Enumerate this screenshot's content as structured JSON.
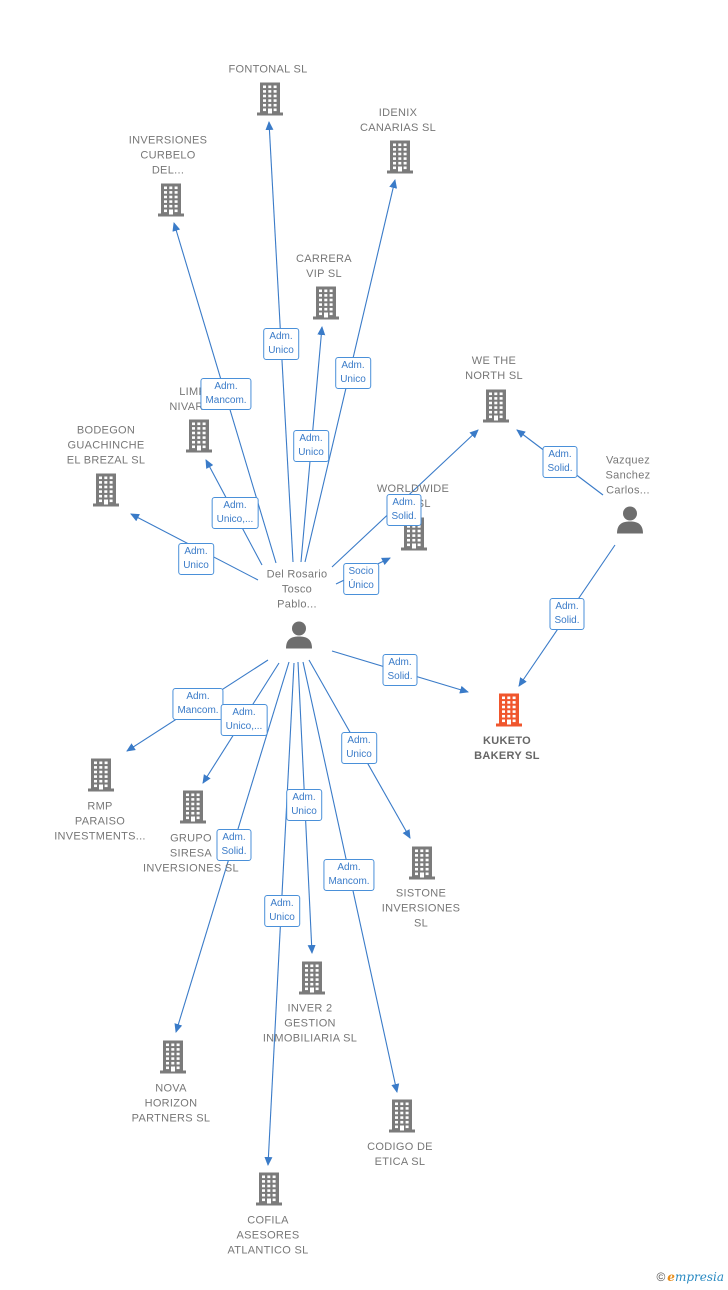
{
  "colors": {
    "edge": "#3a7bc8",
    "building": "#7b7b7b",
    "building_highlight": "#f0562d",
    "person": "#6e6e6e"
  },
  "nodes": [
    {
      "id": "fontonal",
      "kind": "company",
      "lines": [
        "FONTONAL  SL"
      ]
    },
    {
      "id": "idenix",
      "kind": "company",
      "lines": [
        "IDENIX",
        "CANARIAS  SL"
      ]
    },
    {
      "id": "curbelo",
      "kind": "company",
      "lines": [
        "INVERSIONES",
        "CURBELO",
        "DEL..."
      ]
    },
    {
      "id": "carrera",
      "kind": "company",
      "lines": [
        "CARRERA",
        "VIP  SL"
      ]
    },
    {
      "id": "limp",
      "kind": "company",
      "lines": [
        "LIMP...",
        "NIVARIA..."
      ]
    },
    {
      "id": "bodegon",
      "kind": "company",
      "lines": [
        "BODEGON",
        "GUACHINCHE",
        "EL BREZAL  SL"
      ]
    },
    {
      "id": "wethenorth",
      "kind": "company",
      "lines": [
        "WE THE",
        "NORTH  SL"
      ]
    },
    {
      "id": "worldwide",
      "kind": "company",
      "lines": [
        "WORLDWIDE",
        "R...   SL"
      ]
    },
    {
      "id": "delrosario",
      "kind": "person",
      "lines": [
        "Del Rosario",
        "Tosco",
        "Pablo..."
      ]
    },
    {
      "id": "vazquez",
      "kind": "person",
      "lines": [
        "Vazquez",
        "Sanchez",
        "Carlos..."
      ]
    },
    {
      "id": "kuketo",
      "kind": "company",
      "main": true,
      "lines": [
        "KUKETO",
        "BAKERY  SL"
      ]
    },
    {
      "id": "rmp",
      "kind": "company",
      "lines": [
        "RMP",
        "PARAISO",
        "INVESTMENTS..."
      ]
    },
    {
      "id": "grupo",
      "kind": "company",
      "lines": [
        "GRUPO",
        "SIRESA",
        "INVERSIONES SL"
      ]
    },
    {
      "id": "sistone",
      "kind": "company",
      "lines": [
        "SISTONE",
        "INVERSIONES",
        "SL"
      ]
    },
    {
      "id": "inver2",
      "kind": "company",
      "lines": [
        "INVER 2",
        "GESTION",
        "INMOBILIARIA SL"
      ]
    },
    {
      "id": "nova",
      "kind": "company",
      "lines": [
        "NOVA",
        "HORIZON",
        "PARTNERS  SL"
      ]
    },
    {
      "id": "codigo",
      "kind": "company",
      "lines": [
        "CODIGO DE",
        "ETICA SL"
      ]
    },
    {
      "id": "cofila",
      "kind": "company",
      "lines": [
        "COFILA",
        "ASESORES",
        "ATLANTICO  SL"
      ]
    }
  ],
  "edges": [
    {
      "from": "delrosario",
      "to": "fontonal",
      "label": [
        "Adm.",
        "Unico"
      ]
    },
    {
      "from": "delrosario",
      "to": "idenix",
      "label": [
        "Adm.",
        "Unico"
      ]
    },
    {
      "from": "delrosario",
      "to": "curbelo",
      "label": [
        "Adm.",
        "Mancom."
      ]
    },
    {
      "from": "delrosario",
      "to": "carrera",
      "label": [
        "Adm.",
        "Unico"
      ]
    },
    {
      "from": "delrosario",
      "to": "limp",
      "label": [
        "Adm.",
        "Unico,..."
      ]
    },
    {
      "from": "delrosario",
      "to": "bodegon",
      "label": [
        "Adm.",
        "Unico"
      ]
    },
    {
      "from": "delrosario",
      "to": "wethenorth",
      "label": [
        "Adm.",
        "Solid."
      ]
    },
    {
      "from": "delrosario",
      "to": "worldwide",
      "label": [
        "Socio",
        "Único"
      ]
    },
    {
      "from": "delrosario",
      "to": "kuketo",
      "label": [
        "Adm.",
        "Solid."
      ]
    },
    {
      "from": "vazquez",
      "to": "wethenorth",
      "label": [
        "Adm.",
        "Solid."
      ]
    },
    {
      "from": "vazquez",
      "to": "kuketo",
      "label": [
        "Adm.",
        "Solid."
      ]
    },
    {
      "from": "delrosario",
      "to": "rmp",
      "label": [
        "Adm.",
        "Mancom."
      ]
    },
    {
      "from": "delrosario",
      "to": "grupo",
      "label": [
        "Adm.",
        "Unico,..."
      ]
    },
    {
      "from": "delrosario",
      "to": "sistone",
      "label": [
        "Adm.",
        "Unico"
      ]
    },
    {
      "from": "delrosario",
      "to": "inver2",
      "label": [
        "Adm.",
        "Unico"
      ]
    },
    {
      "from": "delrosario",
      "to": "nova",
      "label": [
        "Adm.",
        "Solid."
      ]
    },
    {
      "from": "delrosario",
      "to": "codigo",
      "label": [
        "Adm.",
        "Mancom."
      ]
    },
    {
      "from": "delrosario",
      "to": "cofila",
      "label": [
        "Adm.",
        "Unico"
      ]
    }
  ],
  "brand": {
    "copyright": "©",
    "initial": "e",
    "rest": "mpresia"
  }
}
